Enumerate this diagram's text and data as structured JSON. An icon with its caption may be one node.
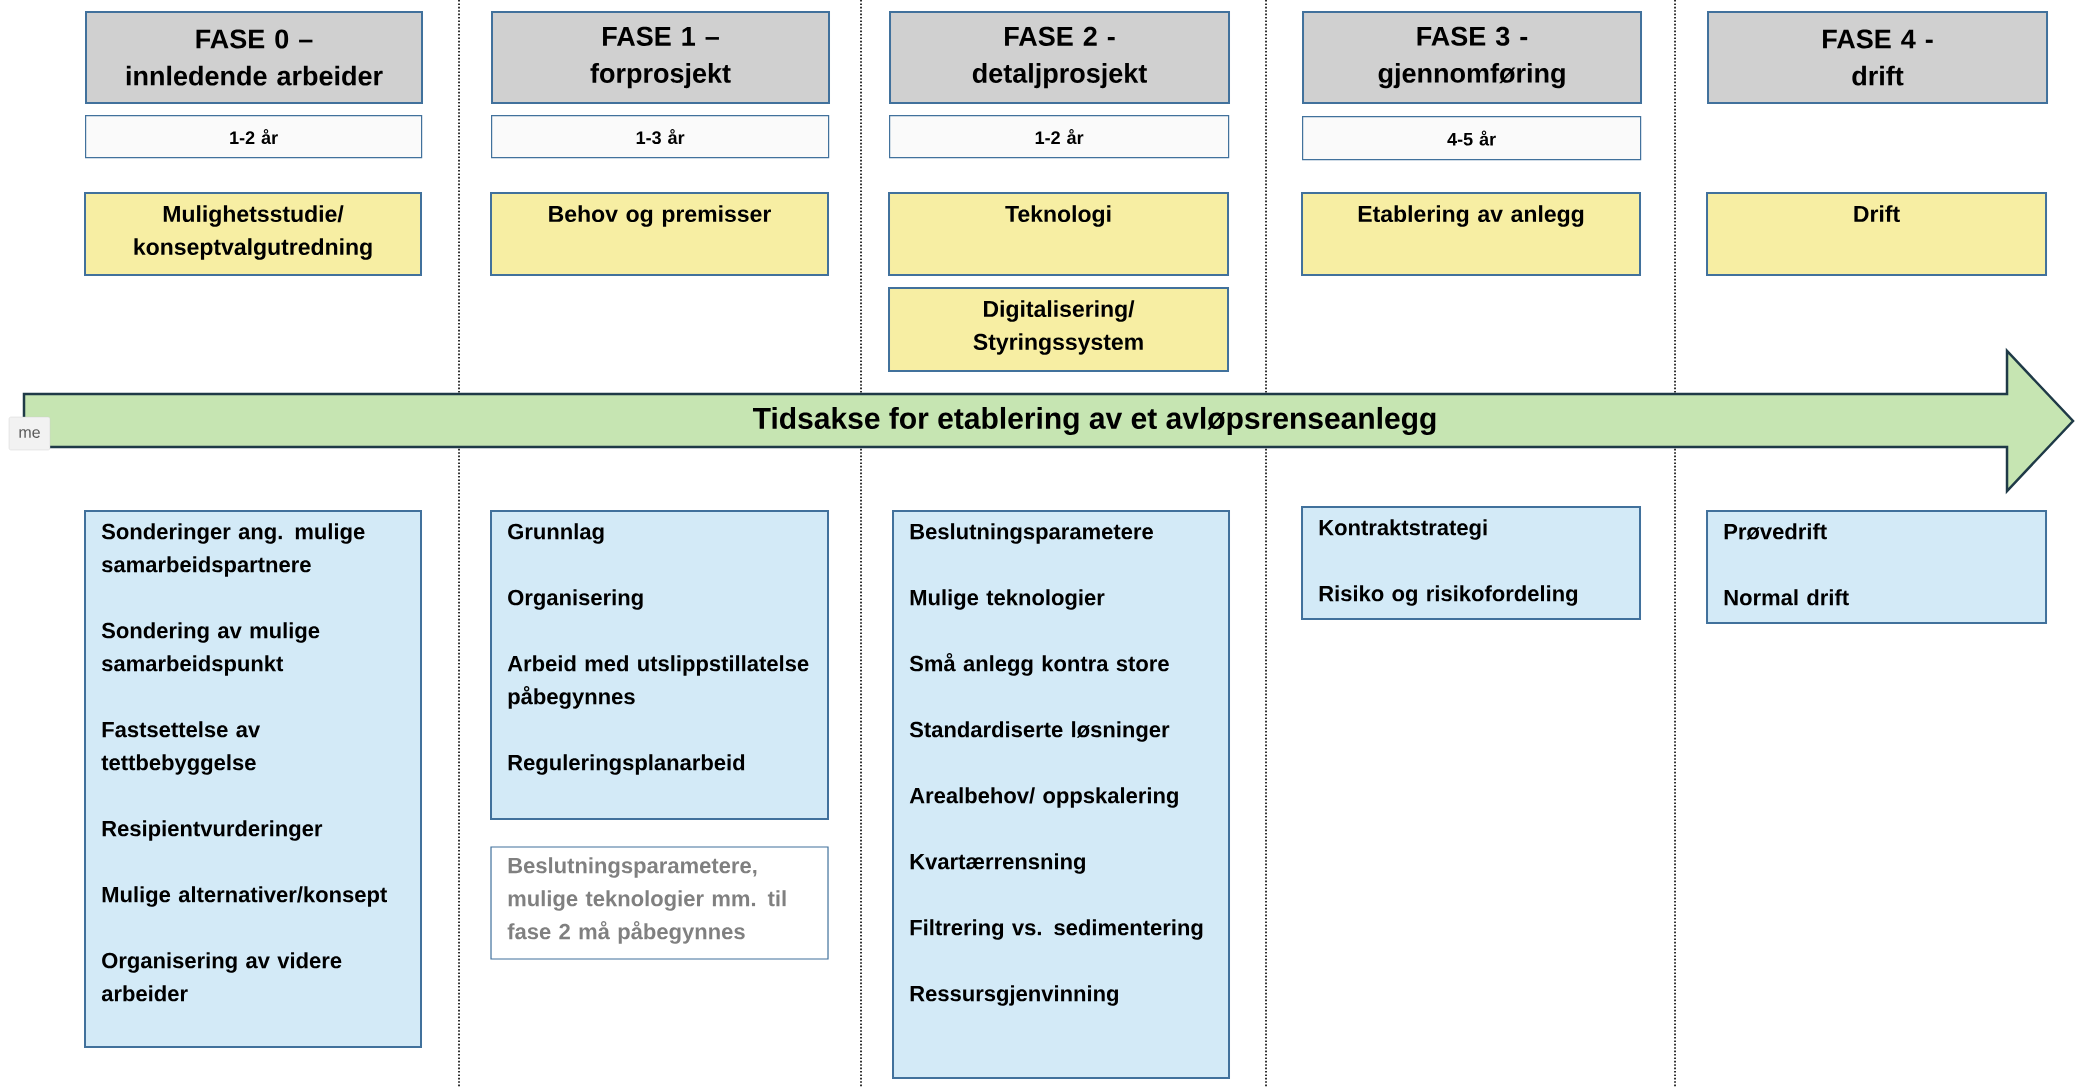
{
  "diagram": {
    "nodes": [
      {
        "text": [
          "FASE 0 –",
          "innledende arbeider"
        ]
      },
      {
        "text": [
          "FASE 1 –",
          "forprosjekt"
        ]
      },
      {
        "text": [
          "FASE 2 -",
          "detaljprosjekt"
        ]
      },
      {
        "text": [
          "FASE 3 -",
          "gjennomføring"
        ]
      },
      {
        "text": [
          "FASE 4 -",
          "drift"
        ]
      },
      {
        "text": [
          "1-2 år"
        ]
      },
      {
        "text": [
          "1-3 år"
        ]
      },
      {
        "text": [
          "1-2 år"
        ]
      },
      {
        "text": [
          "4-5 år"
        ]
      },
      {
        "text": [
          "Mulighetsstudie/ konseptvalgutredning"
        ]
      },
      {
        "text": [
          "Behov og premisser"
        ]
      },
      {
        "text": [
          "Teknologi"
        ]
      },
      {
        "text": [
          "Etablering av anlegg"
        ]
      },
      {
        "text": [
          "Drift"
        ]
      },
      {
        "text": [
          "Digitalisering/ Styringssystem"
        ]
      },
      {
        "text": [
          "Tidsakse for etablering av et avløpsrenseanlegg"
        ]
      },
      {
        "text": [
          "Sonderinger ang. mulige samarbeidspartnere",
          "Sondering av mulige samarbeidspunkt",
          "Fastsettelse av tettbebyggelse",
          "Resipientvurderinger",
          "Mulige alternativer/konsept",
          "Organisering av videre arbeider"
        ]
      },
      {
        "text": [
          "Grunnlag",
          "Organisering",
          "Arbeid med utslippstillatelse påbegynnes",
          "Reguleringsplanarbeid"
        ]
      },
      {
        "text": [
          "Beslutningsparametere",
          "Mulige teknologier",
          "Små anlegg kontra store",
          "Standardiserte løsninger",
          "Arealbehov/ oppskalering",
          "Kvartærrensning",
          "Filtrering vs. sedimentering",
          "Ressursgjenvinning"
        ]
      },
      {
        "text": [
          "Kontraktstrategi",
          "Risiko og risikofordeling"
        ]
      },
      {
        "text": [
          "Prøvedrift",
          "Normal drift"
        ]
      },
      {
        "text": [
          "Beslutningsparametere, mulige teknologier mm. til fase 2 må påbegynnes"
        ]
      }
    ],
    "labels": [
      "me"
    ]
  }
}
